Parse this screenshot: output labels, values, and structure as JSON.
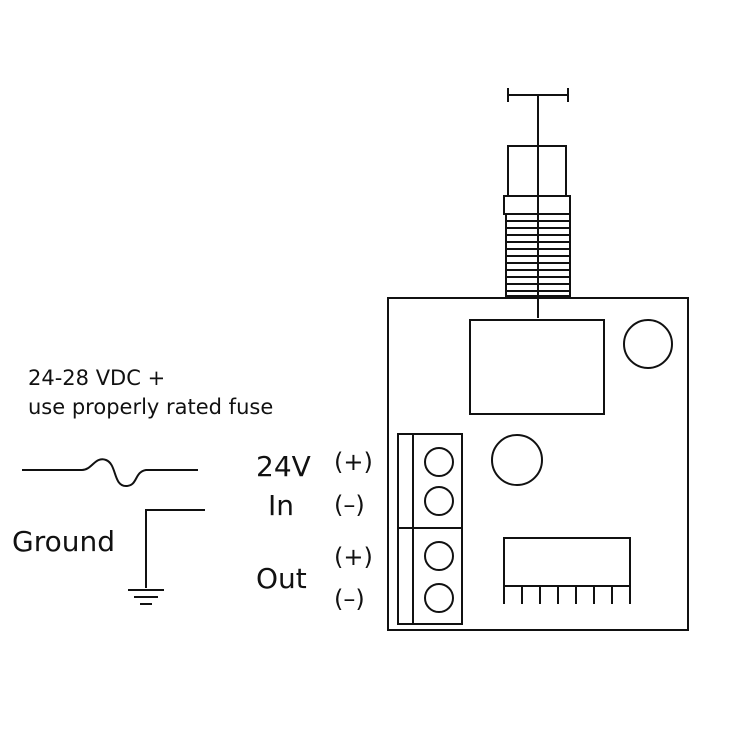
{
  "labels": {
    "supply_line1": "24-28 VDC +",
    "supply_line2": "use properly rated fuse",
    "ground": "Ground",
    "in_line1": "24V",
    "in_line2": "In",
    "out": "Out",
    "plus_top": "(+)",
    "minus_top": "(–)",
    "plus_bottom": "(+)",
    "minus_bottom": "(–)"
  },
  "colors": {
    "stroke": "#111111",
    "background": "#ffffff"
  }
}
